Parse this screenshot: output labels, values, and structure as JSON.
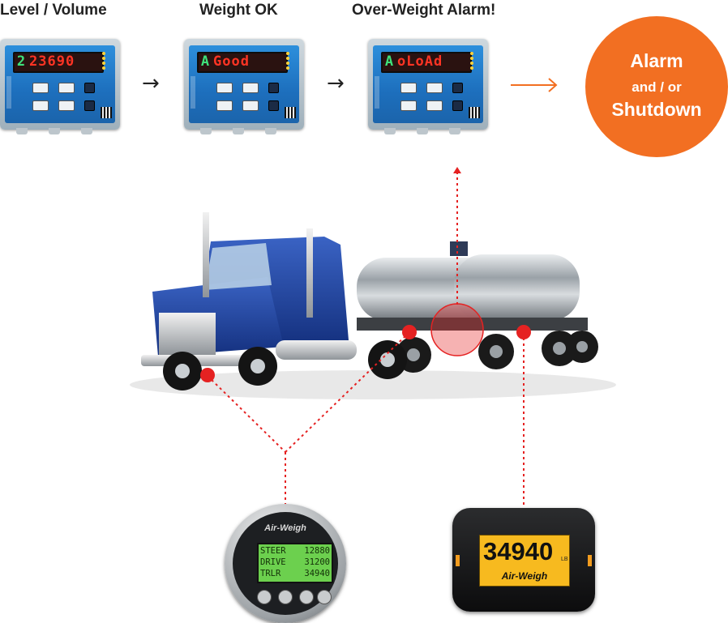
{
  "captions": {
    "level": "Level / Volume",
    "weight_ok": "Weight OK",
    "overweight": "Over-Weight Alarm!"
  },
  "controllers": [
    {
      "channel": "2",
      "reading": "23690"
    },
    {
      "channel": "A",
      "reading": "Good"
    },
    {
      "channel": "A",
      "reading": "oLoAd"
    }
  ],
  "flow_arrow": "→",
  "alarm": {
    "line1": "Alarm",
    "line2": "and / or",
    "line3": "Shutdown"
  },
  "round_gauge": {
    "brand": "Air-Weigh",
    "rows": [
      {
        "label": "STEER",
        "value": "12880"
      },
      {
        "label": "DRIVE",
        "value": "31200"
      },
      {
        "label": "TRLR",
        "value": "34940"
      }
    ]
  },
  "box_gauge": {
    "value": "34940",
    "unit": "LB",
    "brand": "Air-Weigh"
  },
  "colors": {
    "accent_orange": "#f26f22",
    "connector_red": "#e52222"
  }
}
